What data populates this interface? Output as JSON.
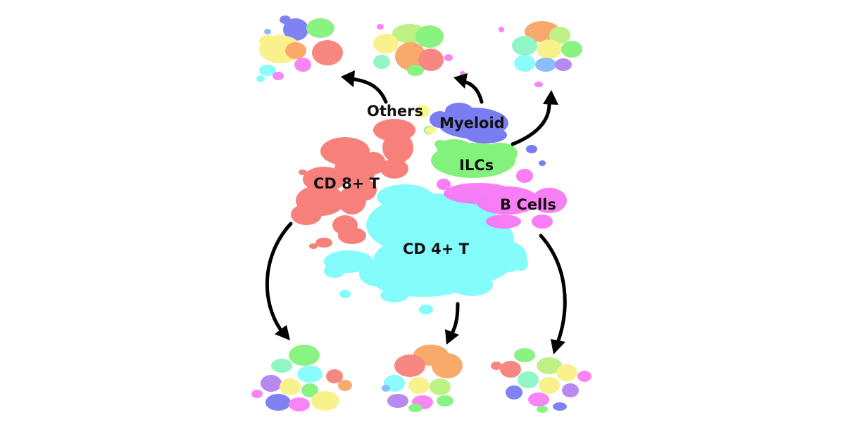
{
  "labels": {
    "others": "Others",
    "myeloid": "Myeloid",
    "ilcs": "ILCs",
    "cd8": "CD 8+ T",
    "b_cells": "B Cells",
    "cd4": "CD 4+ T"
  },
  "colors": {
    "cd8": "#f87a74",
    "cd4": "#7ffcfc",
    "myeloid": "#7375f2",
    "ilcs": "#7df275",
    "b_cells": "#f977f5",
    "others": "#f9f98d",
    "arrow": "#000000",
    "palette": [
      "#f87a74",
      "#f9a05a",
      "#f9f080",
      "#b7f079",
      "#7df275",
      "#86f4c0",
      "#7ffcfc",
      "#7fb8f9",
      "#7375f2",
      "#b07df0",
      "#f977f5",
      "#f8a0c0"
    ]
  }
}
